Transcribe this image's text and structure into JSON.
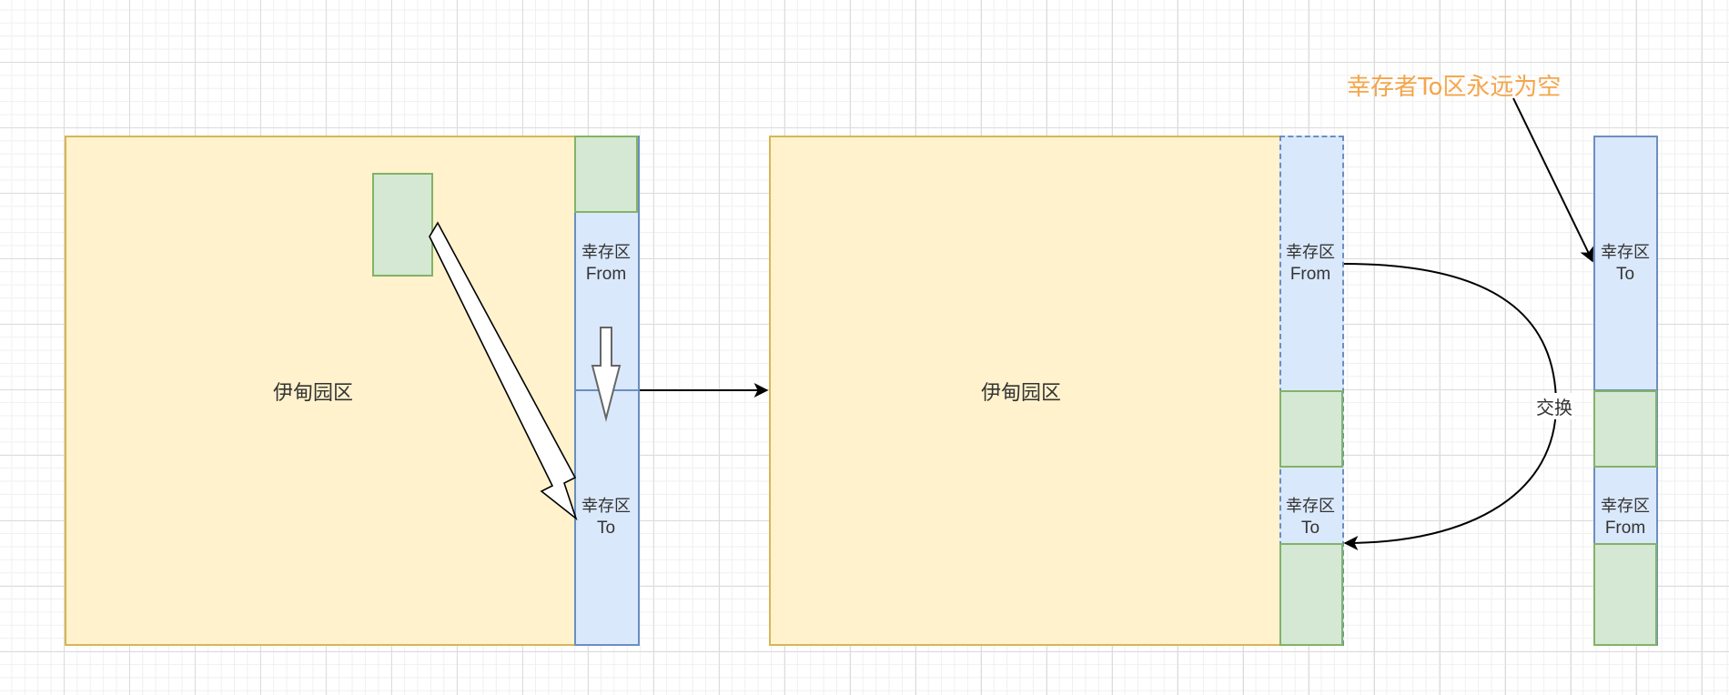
{
  "diagram": {
    "left": {
      "eden_label": "伊甸园区",
      "from_label_cn": "幸存区",
      "from_label_en": "From",
      "to_label_cn": "幸存区",
      "to_label_en": "To"
    },
    "middle": {
      "eden_label": "伊甸园区",
      "from_label_cn": "幸存区",
      "from_label_en": "From",
      "to_label_cn": "幸存区",
      "to_label_en": "To",
      "swap_label": "交换"
    },
    "right": {
      "to_label_cn": "幸存区",
      "to_label_en": "To",
      "from_label_cn": "幸存区",
      "from_label_en": "From"
    },
    "note": "幸存者To区永远为空"
  },
  "colors": {
    "eden_fill": "#fff2cc",
    "eden_border": "#d6b656",
    "survivor_fill": "#dae8fc",
    "survivor_border": "#6c8ebf",
    "object_fill": "#d5e8d4",
    "object_border": "#82b366",
    "note_color": "#f5a54a"
  }
}
